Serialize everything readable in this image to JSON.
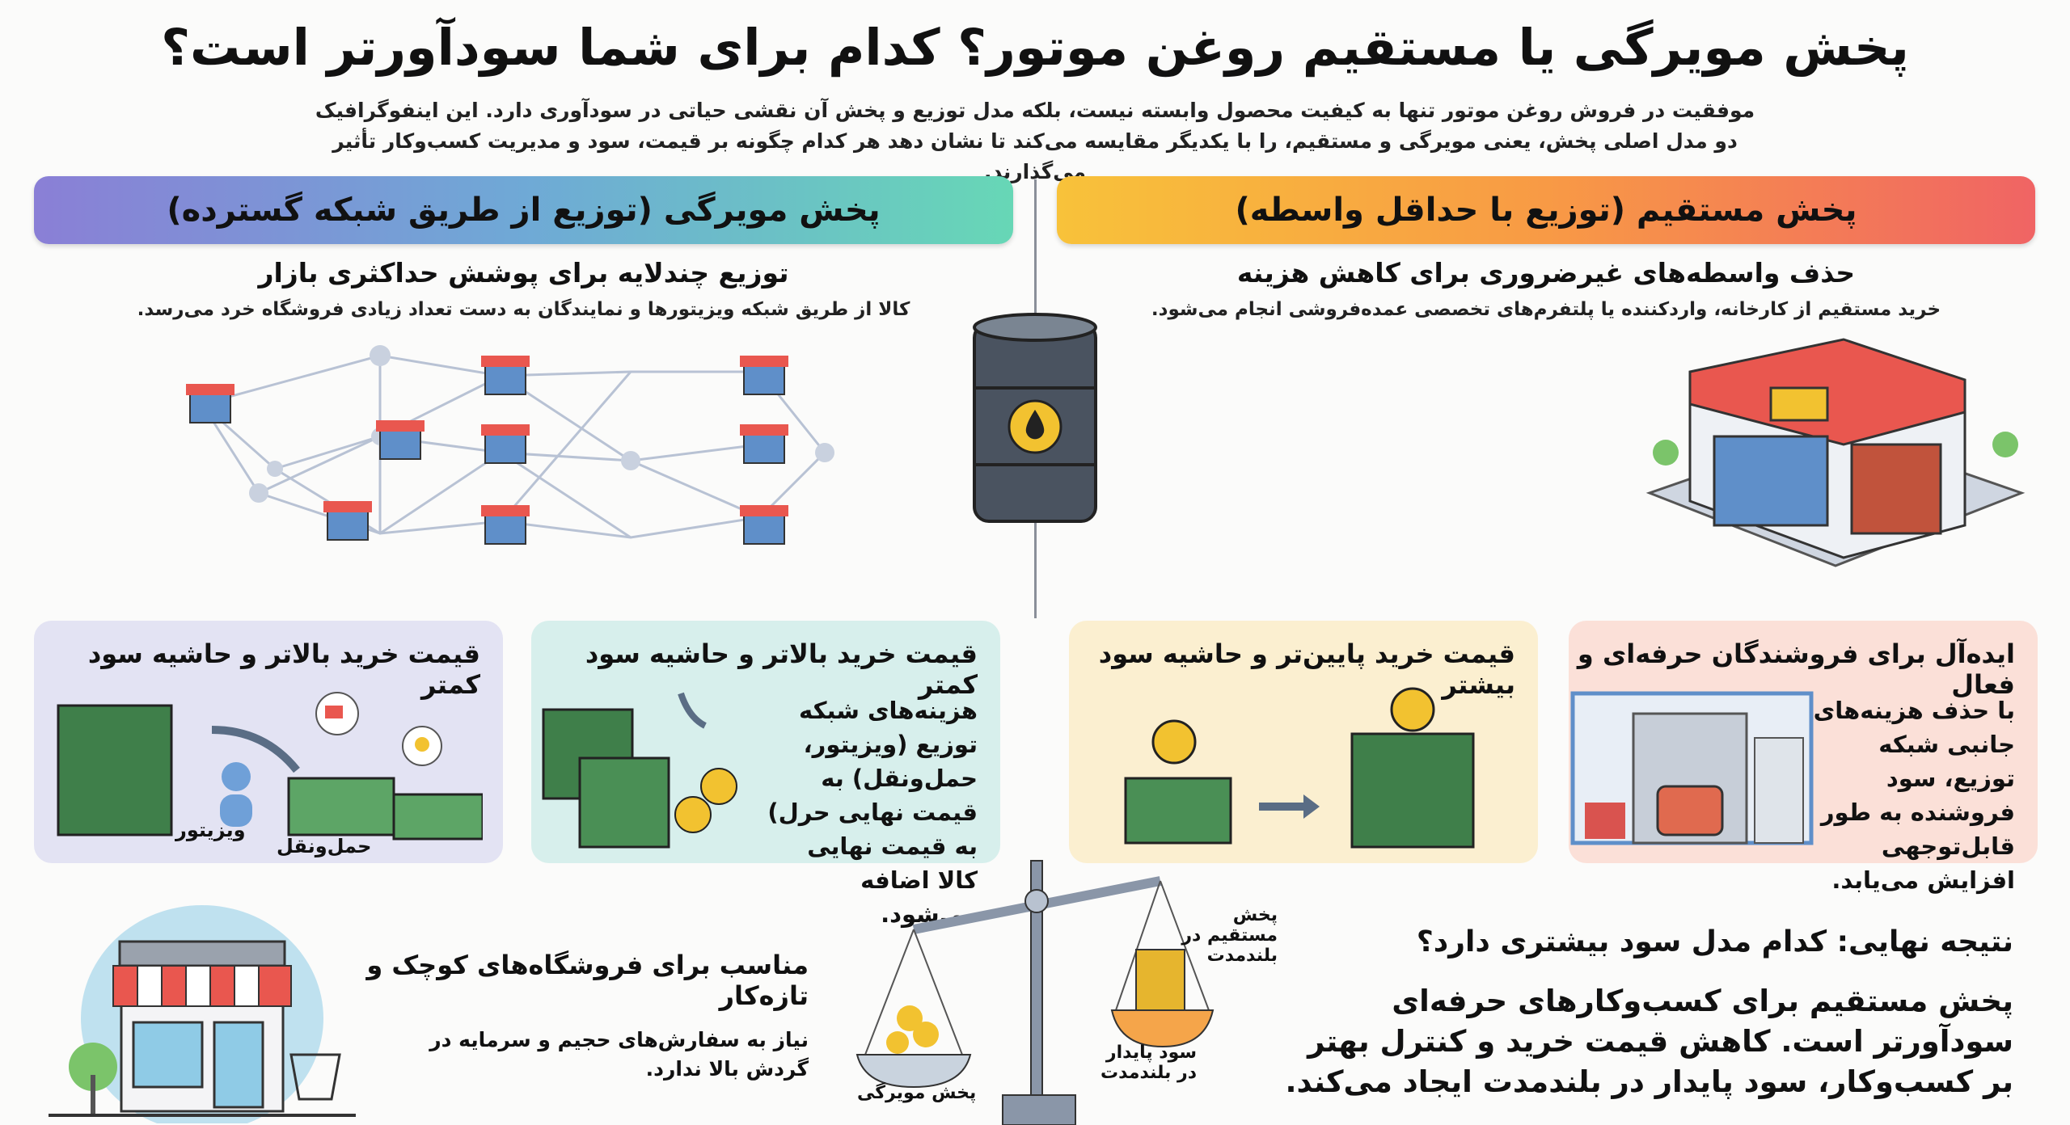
{
  "title": "پخش مویرگی یا مستقیم روغن موتور؟ کدام برای شما سودآورتر است؟",
  "intro": "موفقیت در فروش روغن موتور تنها به کیفیت محصول وابسته نیست، بلکه مدل توزیع و پخش آن نقشی حیاتی در سودآوری دارد. این اینفوگرافیک دو مدل اصلی پخش، یعنی مویرگی و مستقیم، را با یکدیگر مقایسه می‌کند تا نشان دهد هر کدام چگونه بر قیمت، سود و مدیریت کسب‌وکار تأثیر می‌گذارند.",
  "left": {
    "header": "پخش مویرگی (توزیع از طریق شبکه گسترده)",
    "heading": "توزیع چندلایه برای پوشش حداکثری بازار",
    "desc": "کالا از طریق شبکه ویزیتورها و نمایندگان به دست تعداد زیادی فروشگاه خرد می‌رسد.",
    "colors": [
      "#8a7fd6",
      "#67d7b6"
    ]
  },
  "right": {
    "header": "پخش مستقیم (توزیع با حداقل واسطه)",
    "heading": "حذف واسطه‌های غیرضروری برای کاهش هزینه",
    "desc": "خرید مستقیم از کارخانه، واردکننده یا پلتفرم‌های تخصصی عمده‌فروشی انجام می‌شود.",
    "colors": [
      "#f8c23a",
      "#f06464"
    ]
  },
  "cards": [
    {
      "title": "قیمت خرید بالاتر و حاشیه سود کمتر",
      "labels": [
        "ویزیتور",
        "حمل‌ونقل"
      ],
      "icons": [
        "money-stack-icon",
        "person-icon",
        "truck-icon",
        "hand-coin-icon"
      ]
    },
    {
      "title": "قیمت خرید بالاتر و حاشیه سود کمتر",
      "text": "هزینه‌های شبکه توزیع (ویزیتور، حمل‌ونقل) به قیمت نهایی حرل) به قیمت نهایی کالا اضافه می‌شود."
    },
    {
      "title": "قیمت خرید پایین‌تر و حاشیه سود بیشتر"
    },
    {
      "title": "ایده‌آل برای فروشندگان حرفه‌ای و فعال",
      "text": "با حذف هزینه‌های جانبی شبکه توزیع، سود فروشنده به طور قابل‌توجهی افزایش می‌یابد."
    }
  ],
  "small_shop": {
    "heading": "مناسب برای فروشگاه‌های کوچک و تازه‌کار",
    "desc": "نیاز به سفارش‌های حجیم و سرمایه در گردش بالا ندارد."
  },
  "scale": {
    "left_label": "پخش مویرگی",
    "right_top_label": "پخش مستقیم در بلندمدت",
    "right_bottom_label": "سود پایدار در بلندمدت"
  },
  "conclusion": {
    "heading": "نتیجه نهایی: کدام مدل سود بیشتری دارد؟",
    "body": "پخش مستقیم برای کسب‌وکارهای حرفه‌ای سودآورتر است. کاهش قیمت خرید و کنترل بهتر بر کسب‌وکار، سود پایدار در بلندمدت ایجاد می‌کند."
  }
}
